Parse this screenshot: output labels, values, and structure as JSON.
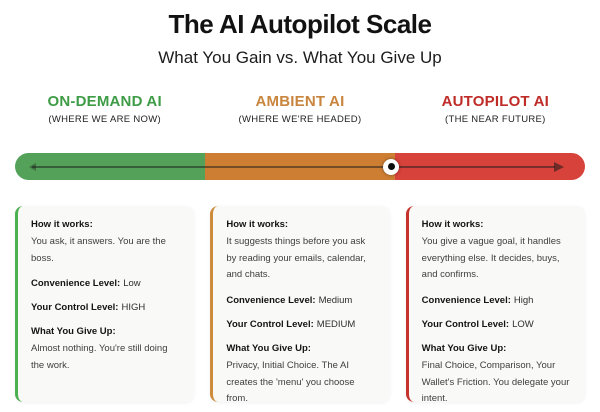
{
  "header": {
    "title": "The AI Autopilot Scale",
    "subtitle": "What You Gain vs. What You Give Up"
  },
  "labels": {
    "how_it_works": "How it works:",
    "convenience": "Convenience Level:",
    "control": "Your Control Level:",
    "give_up": "What You Give Up:"
  },
  "stages": [
    {
      "name": "ON-DEMAND AI",
      "caption": "(WHERE WE ARE NOW)",
      "color": "#3d9c45"
    },
    {
      "name": "AMBIENT AI",
      "caption": "(WHERE WE'RE HEADED)",
      "color": "#c9853d"
    },
    {
      "name": "AUTOPILOT AI",
      "caption": "(THE NEAR FUTURE)",
      "color": "#bf2b27"
    }
  ],
  "slider": {
    "segment_colors": [
      "#54a25a",
      "#cd7e33",
      "#d7423a"
    ],
    "knob_position_pct": 66
  },
  "cards": [
    {
      "accent_color": "#4caf50",
      "how_it_works": "You ask, it answers. You are the boss.",
      "convenience": "Low",
      "control": "HIGH",
      "give_up": "Almost nothing. You're still doing the work."
    },
    {
      "accent_color": "#cf8b3c",
      "how_it_works": "It suggests things before you ask by reading your emails, calendar, and chats.",
      "convenience": "Medium",
      "control": "MEDIUM",
      "give_up": "Privacy, Initial Choice. The AI creates the 'menu' you choose from."
    },
    {
      "accent_color": "#c5322c",
      "how_it_works": "You give a vague goal, it handles everything else. It decides, buys, and confirms.",
      "convenience": "High",
      "control": "LOW",
      "give_up": "Final Choice, Comparison, Your Wallet's Friction. You delegate your intent."
    }
  ]
}
